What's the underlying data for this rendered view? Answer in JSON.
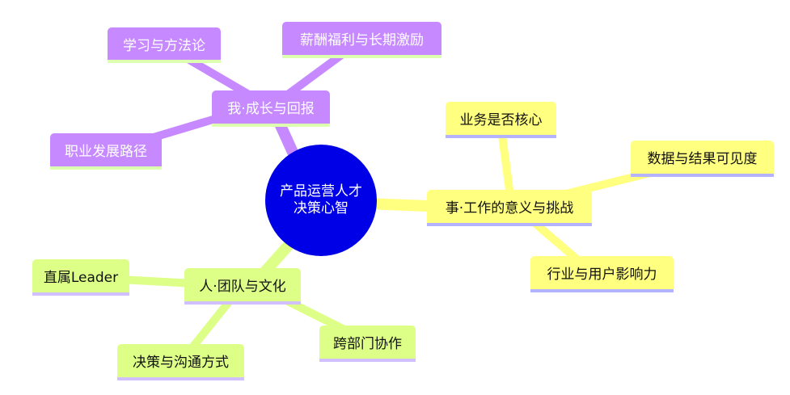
{
  "colors": {
    "purple": "#c689ff",
    "yellow": "#ffff80",
    "green": "#ddff88",
    "root": "#0000e6"
  },
  "root": {
    "line1": "产品运营人才",
    "line2": "决策心智"
  },
  "branches": {
    "me": {
      "label": "我·成长与回报",
      "children": [
        "学习与方法论",
        "薪酬福利与长期激励",
        "职业发展路径"
      ]
    },
    "work": {
      "label": "事·工作的意义与挑战",
      "children": [
        "业务是否核心",
        "数据与结果可见度",
        "行业与用户影响力"
      ]
    },
    "people": {
      "label": "人·团队与文化",
      "children": [
        "直属Leader",
        "跨部门协作",
        "决策与沟通方式"
      ]
    }
  }
}
